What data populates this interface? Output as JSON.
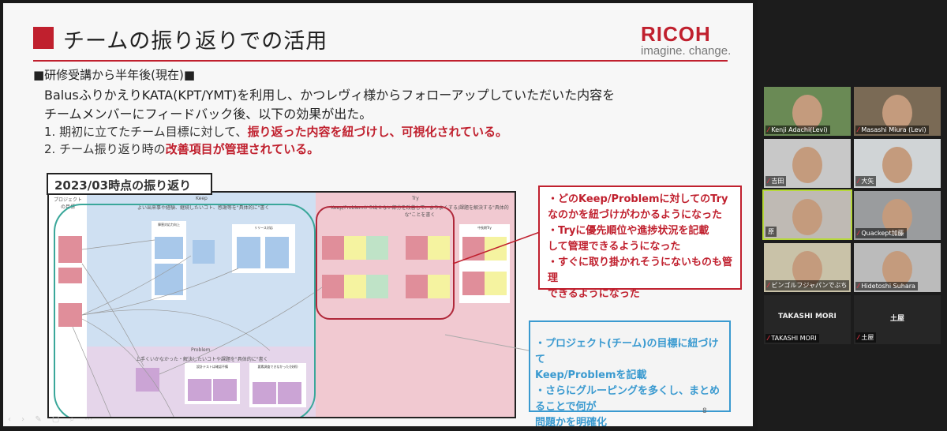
{
  "slide": {
    "title": "チームの振り返りでの活用",
    "logo": {
      "name": "RICOH",
      "tagline": "imagine. change."
    },
    "subheading": "■研修受講から半年後(現在)■",
    "paragraph_lines": [
      "BalusふりかえりKATA(KPT/YMT)を利用し、かつレヴィ様からフォローアップしていただいた内容を",
      "チームメンバーにフィードバック後、以下の効果が出た。"
    ],
    "points": [
      {
        "prefix": "1. 期初に立てたチーム目標に対して、",
        "highlight": "振り返った内容を紐づけし、可視化されている。"
      },
      {
        "prefix": "2. チーム振り返り時の",
        "highlight": "改善項目が管理されている。"
      }
    ],
    "board": {
      "label": "2023/03時点の振り返り",
      "project_goal_title": "プロジェクトの目標",
      "keep_title": "Keep",
      "keep_subtitle": "よい出来事や経験、継続したいコト、感謝等を\"具体的に\"書く",
      "problem_title": "Problem",
      "problem_subtitle": "上手くいかなかった・解決したいコトや課題を\"具体的に\"書く",
      "try_title": "Try",
      "try_subtitle": "Keep/Problemから出せない部分を改善して、よりよくする/課題を解決する\"具体的な\"ことを書く",
      "mid_try_title": "中長期Try",
      "keep_groups": [
        "障害対応力向上",
        "リリース対応"
      ],
      "problem_groups": [
        "設計テストは確認不備",
        "要素調査できなかった(技術)"
      ]
    },
    "callout_red": [
      "・どのKeep/Problemに対してのTry",
      "なのかを紐づけがわかるようになった",
      "・Tryに優先順位や進捗状況を記載",
      "して管理できるようになった",
      "・すぐに取り掛かれそうにないものも管理",
      "できるようになった"
    ],
    "callout_blue": [
      "・プロジェクト(チーム)の目標に紐づけて",
      "Keep/Problemを記載",
      "・さらにグルーピングを多くし、まとめることで何が",
      "問題かを明確化"
    ],
    "page_number": "8",
    "controls": "‹ › ✎ ▢ ⌕ ⋯"
  },
  "participants": [
    {
      "name": "Kenji Adachi(Levi)",
      "video": true,
      "bg": "#6a8a55"
    },
    {
      "name": "Masashi Miura (Levi)",
      "video": true,
      "bg": "#7a6a55"
    },
    {
      "name": "吉田",
      "video": true,
      "bg": "#c8c8c8"
    },
    {
      "name": "大矢",
      "video": true,
      "bg": "#d0d4d6"
    },
    {
      "name": "原",
      "video": true,
      "bg": "#bfbab4",
      "active": true
    },
    {
      "name": "Quackept加藤",
      "video": true,
      "bg": "#9a9c9e"
    },
    {
      "name": "ビンゴルフジャパンでぶち",
      "video": true,
      "bg": "#c9c2a8"
    },
    {
      "name": "Hidetoshi Suhara",
      "video": true,
      "bg": "#bbbbbb"
    },
    {
      "name": "TAKASHI MORI",
      "video": false
    },
    {
      "name": "土屋",
      "video": false
    }
  ],
  "colors": {
    "accent": "#c0202e",
    "callout_blue": "#3a9ad0",
    "teal": "#3aa79a",
    "active_speaker": "#b6d83a"
  }
}
